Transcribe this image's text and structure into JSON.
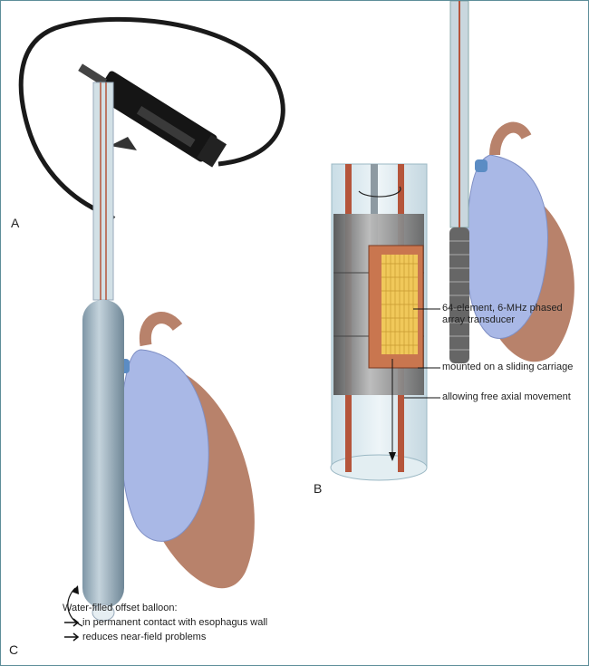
{
  "panels": {
    "a": {
      "letter": "A"
    },
    "b": {
      "letter": "B",
      "annotations": [
        "64-element, 6-MHz phased",
        "array transducer",
        "mounted on a sliding carriage",
        "allowing free axial movement"
      ]
    },
    "c": {
      "letter": "C",
      "balloon_title": "Water-filled offset balloon:",
      "points": [
        "in permanent contact with esophagus wall",
        "reduces near-field problems"
      ]
    }
  },
  "colors": {
    "heart_blue": "#a9b8e6",
    "heart_muscle": "#b8826b",
    "rod_red": "#b5553b",
    "transducer_yellow": "#f0c85a",
    "border": "#5d8e99"
  }
}
